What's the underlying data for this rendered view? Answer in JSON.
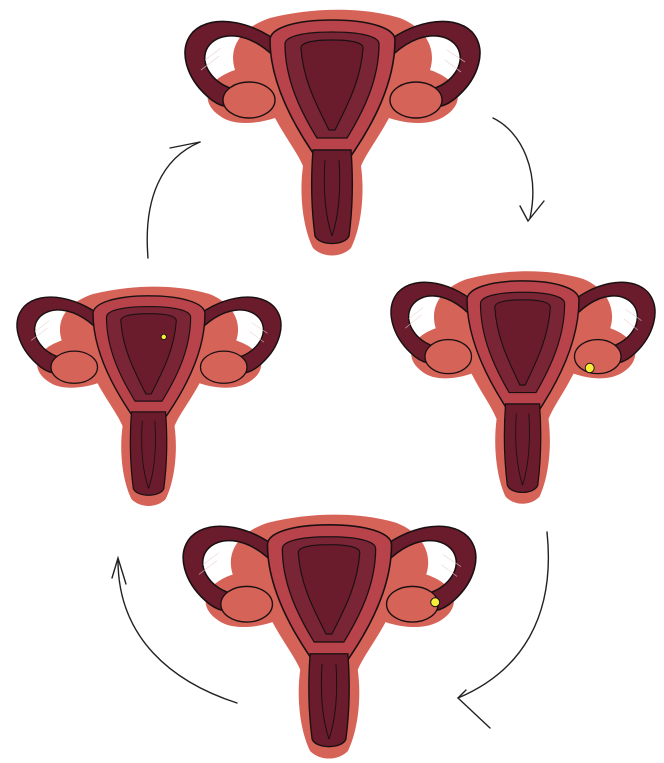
{
  "colors": {
    "dark": "#6b1c2c",
    "muscle": "#7a2535",
    "light": "#d66358",
    "medium": "#b9434a",
    "outline": "#1a1012",
    "egg": "#f6ee3a",
    "arrow": "#222222",
    "background": "#ffffff"
  },
  "stages": [
    {
      "id": "top",
      "egg": "none"
    },
    {
      "id": "right",
      "egg": "right-ovary"
    },
    {
      "id": "bottom",
      "egg": "right-tube"
    },
    {
      "id": "left",
      "egg": "left-tube"
    }
  ],
  "cycle_arrows": [
    "top-to-right",
    "right-to-bottom",
    "bottom-to-left",
    "left-to-top"
  ],
  "icons": [
    "uterus-icon",
    "ovary-icon",
    "egg-icon",
    "curved-arrow-icon"
  ]
}
